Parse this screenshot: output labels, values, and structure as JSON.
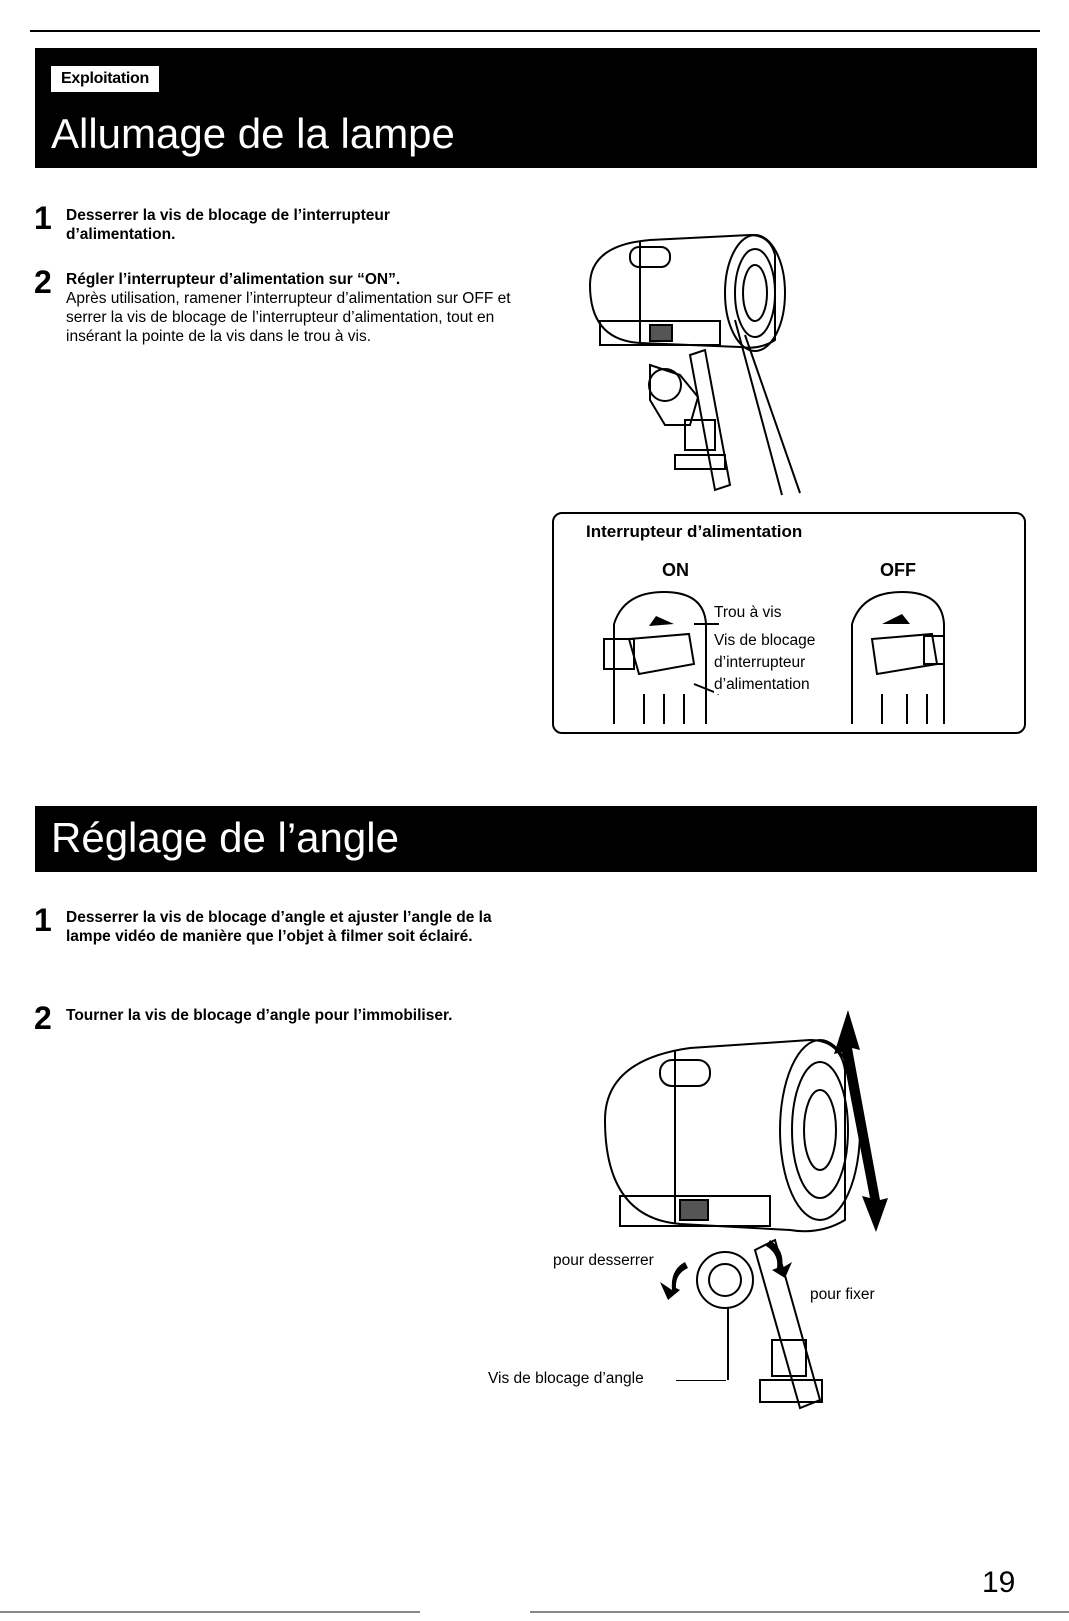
{
  "section1": {
    "tag": "Exploitation",
    "title": "Allumage de la lampe",
    "steps": [
      {
        "num": "1",
        "head": "Desserrer la vis de blocage de l’interrupteur d’alimentation.",
        "text": ""
      },
      {
        "num": "2",
        "head": "Régler l’interrupteur d’alimentation sur “ON”.",
        "text": "Après utilisation, ramener l’interrupteur d’alimentation sur OFF et serrer la vis de blocage de l’interrupteur d’alimentation, tout en insérant la pointe de la vis dans le trou à vis."
      }
    ],
    "callout": {
      "title": "Interrupteur d’alimentation",
      "on": "ON",
      "off": "OFF",
      "label_hole": "Trou à vis",
      "label_screw_1": "Vis de blocage",
      "label_screw_2": "d’interrupteur",
      "label_screw_3": "d’alimentation"
    }
  },
  "section2": {
    "title": "Réglage de l’angle",
    "steps": [
      {
        "num": "1",
        "head": "Desserrer la vis de blocage d’angle et ajuster l’angle de la lampe vidéo de manière que l’objet à filmer soit éclairé.",
        "text": ""
      },
      {
        "num": "2",
        "head": "Tourner la vis de blocage d’angle pour l’immobiliser.",
        "text": ""
      }
    ],
    "labels": {
      "loosen": "pour desserrer",
      "tighten": "pour fixer",
      "angle_screw": "Vis de blocage d’angle"
    }
  },
  "page_number": "19"
}
